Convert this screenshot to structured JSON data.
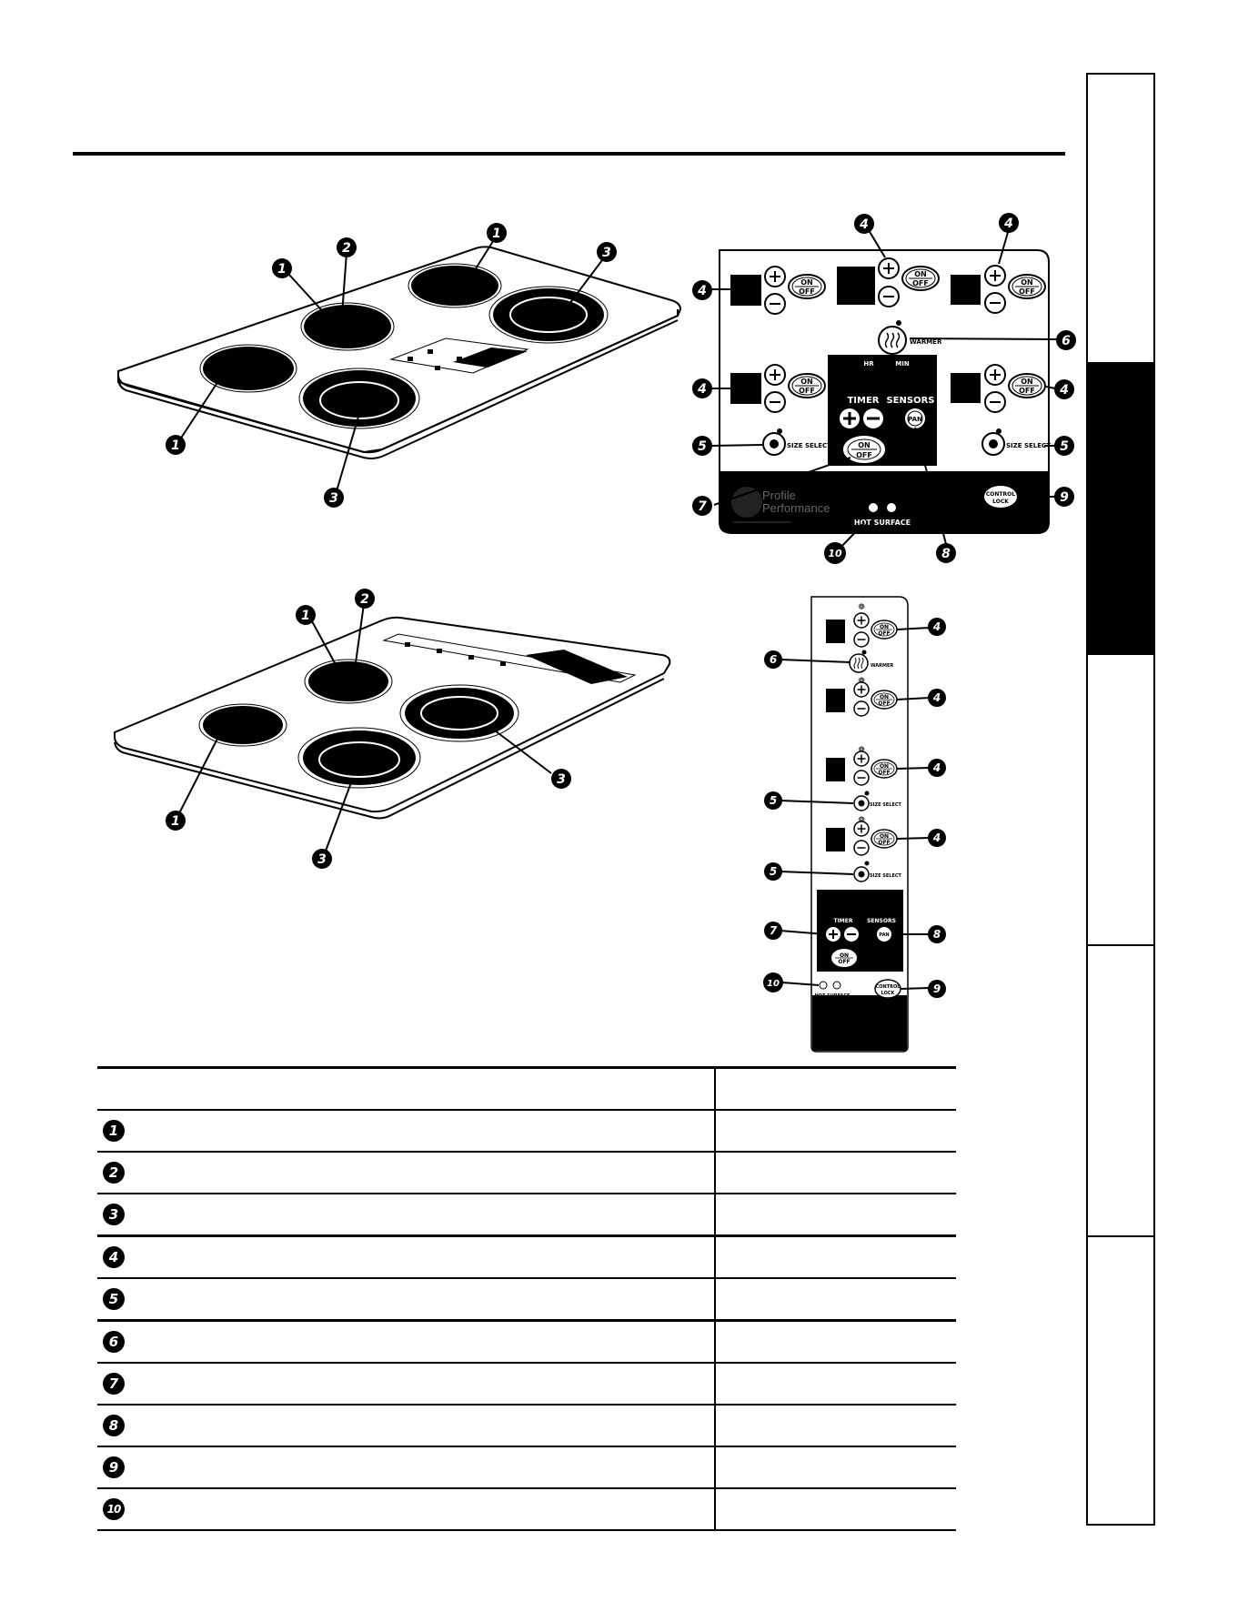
{
  "callouts": {
    "n1": "1",
    "n2": "2",
    "n3": "3",
    "n4": "4",
    "n5": "5",
    "n6": "6",
    "n7": "7",
    "n8": "8",
    "n9": "9",
    "n10": "10"
  },
  "panel_labels": {
    "on": "ON",
    "off": "OFF",
    "warmer": "WARMER",
    "hr": "HR",
    "min": "MIN",
    "timer": "TIMER",
    "sensors": "SENSORS",
    "pan": "PAN",
    "size_select": "SIZE SELECT",
    "control": "CONTROL",
    "lock": "LOCK",
    "hot_surface": "HOT SURFACE",
    "brand_line1": "Profile",
    "brand_line2": "Performance"
  },
  "table": {
    "rows": [
      "1",
      "2",
      "3",
      "4",
      "5",
      "6",
      "7",
      "8",
      "9",
      "10"
    ]
  },
  "colors": {
    "ink": "#000000",
    "paper": "#ffffff",
    "brand_grey": "#666666"
  }
}
